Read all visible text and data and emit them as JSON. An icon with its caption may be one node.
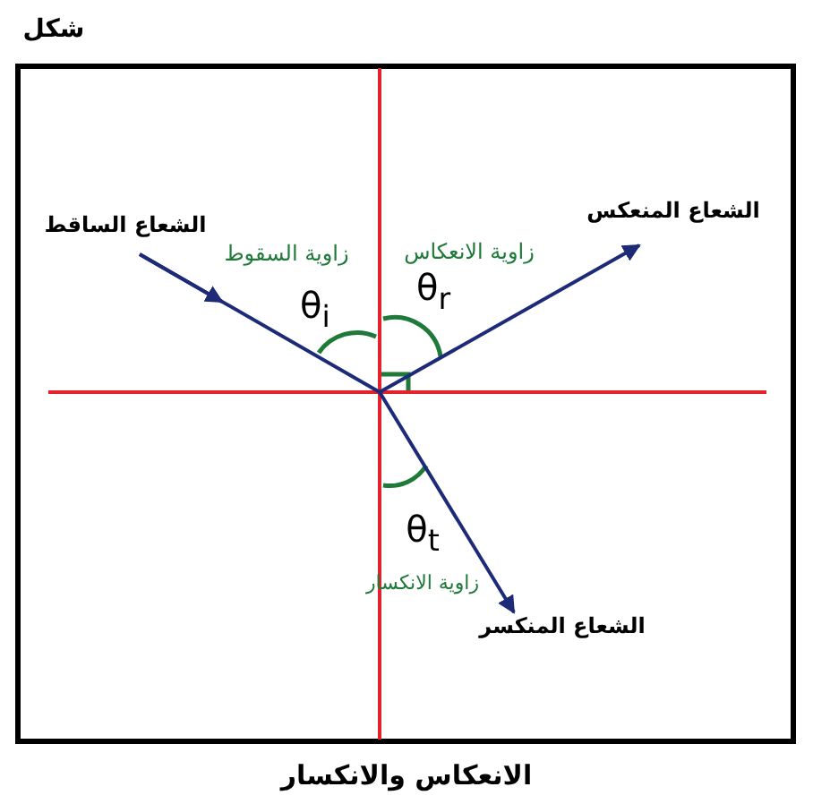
{
  "diagram": {
    "title": "شكل",
    "caption": "الانعكاس والانكسار",
    "labels": [
      "الشعاع الساقط",
      "الشعاع المنعكس",
      "زاوية السقوط",
      "زاوية الانعكاس",
      "θ$_{i}$",
      "θ$_{r}$",
      "θ$_{t}$",
      "زاوية الانكسار",
      "الشعاع المنكسر"
    ]
  }
}
